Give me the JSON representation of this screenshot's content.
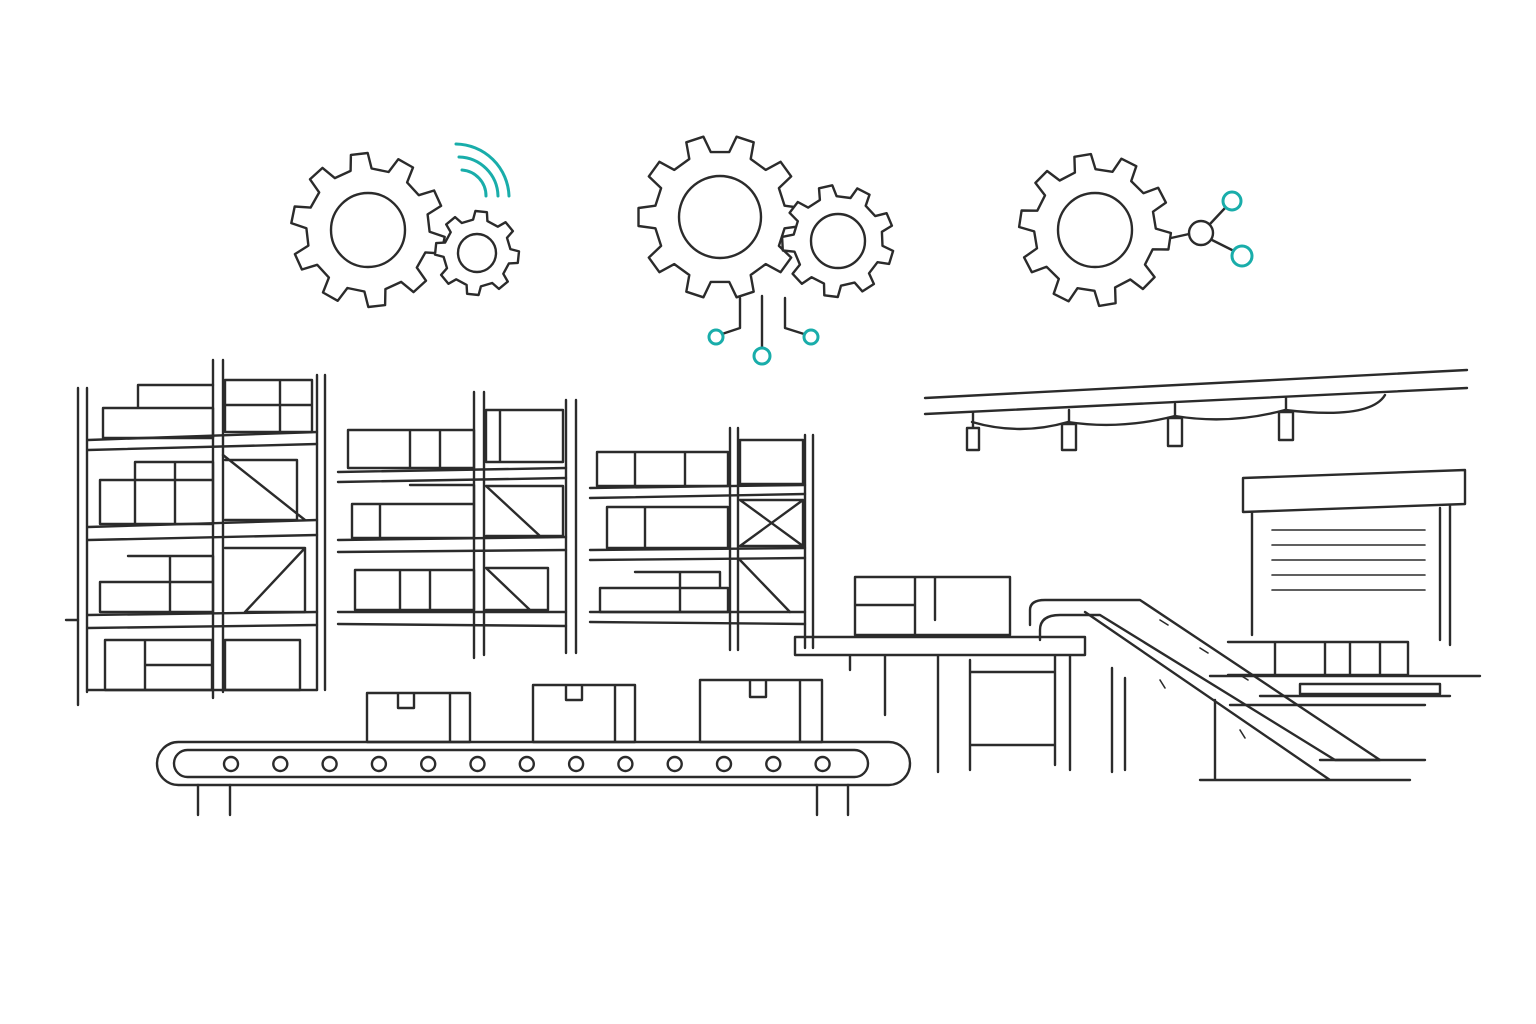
{
  "illustration": {
    "subject": "warehouse-automation-line-drawing",
    "colors": {
      "line": "#2b2b2b",
      "accent": "#19adaa",
      "background": "#ffffff"
    },
    "icons": [
      "gear-wifi-icon",
      "gear-circuit-icon",
      "gear-network-icon"
    ],
    "elements": [
      "storage-rack",
      "storage-rack",
      "storage-rack",
      "overhead-rail-lamps",
      "roll-up-door",
      "work-table",
      "inclined-conveyor",
      "roller-conveyor"
    ]
  }
}
